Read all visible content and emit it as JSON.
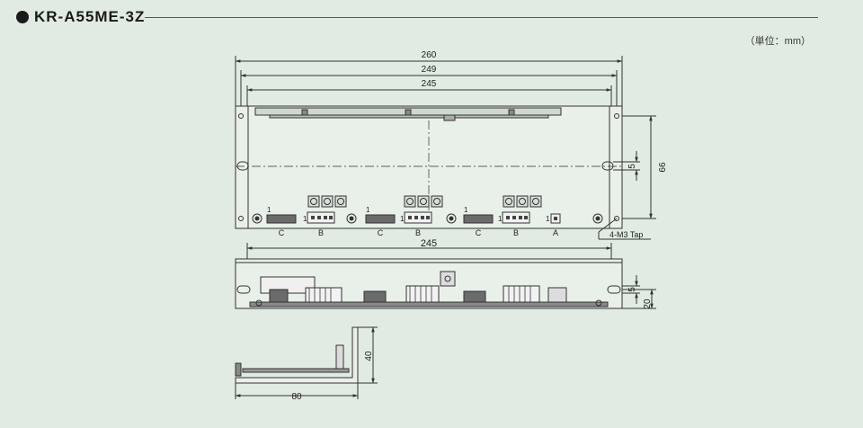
{
  "title": "KR-A55ME-3Z",
  "unit_note": "（単位：mm）",
  "dimensions": {
    "top_width_outer": "260",
    "top_width_mid": "249",
    "top_width_inner": "245",
    "height_66": "66",
    "slot_5_top": "5",
    "side_width": "245",
    "slot_5_side": "5",
    "height_20": "20",
    "depth_80": "80",
    "height_40": "40"
  },
  "connectors": {
    "labels": [
      "C",
      "B",
      "C",
      "B",
      "C",
      "B",
      "A"
    ],
    "pin_one": "1"
  },
  "tap_label": "4-M3 Tap"
}
